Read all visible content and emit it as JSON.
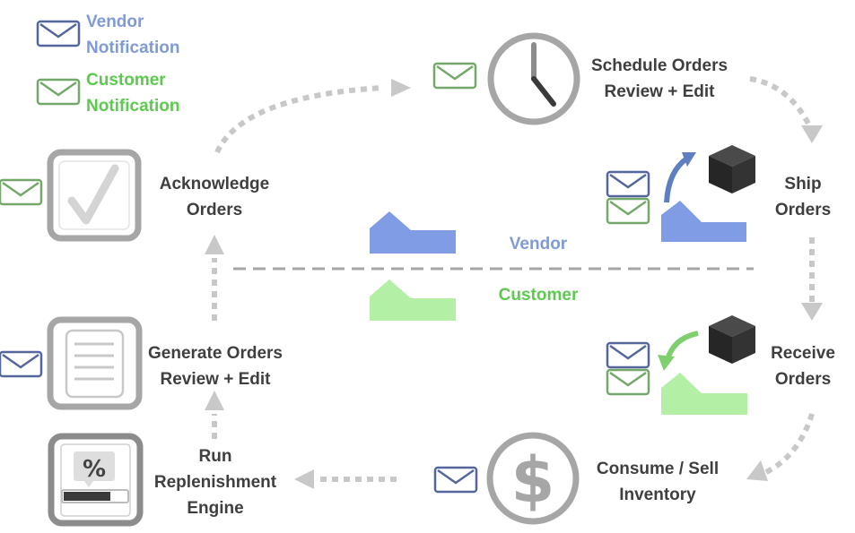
{
  "legend": {
    "vendor": {
      "line1": "Vendor",
      "line2": "Notification",
      "color": "#7f9bd6"
    },
    "customer": {
      "line1": "Customer",
      "line2": "Notification",
      "color": "#5cc94f"
    }
  },
  "steps": {
    "schedule": {
      "line1": "Schedule Orders",
      "line2": "Review + Edit"
    },
    "ship": {
      "line1": "Ship",
      "line2": "Orders"
    },
    "receive": {
      "line1": "Receive",
      "line2": "Orders"
    },
    "consume": {
      "line1": "Consume / Sell",
      "line2": "Inventory"
    },
    "replenish": {
      "line1": "Run",
      "line2": "Replenishment",
      "line3": "Engine"
    },
    "generate": {
      "line1": "Generate Orders",
      "line2": "Review + Edit"
    },
    "acknowledge": {
      "line1": "Acknowledge",
      "line2": "Orders"
    }
  },
  "swimlanes": {
    "vendor": {
      "label": "Vendor",
      "color": "#7f9bd6"
    },
    "customer": {
      "label": "Customer",
      "color": "#5cc94f"
    }
  },
  "icons": {
    "percent_symbol": "%",
    "dollar_symbol": "$"
  },
  "colors": {
    "vendor_fill": "#7f9ce4",
    "customer_fill": "#b3f0a6",
    "icon_gray": "#a6a6a6",
    "flow_gray": "#c8c8c8",
    "cube_dark": "#333333"
  }
}
